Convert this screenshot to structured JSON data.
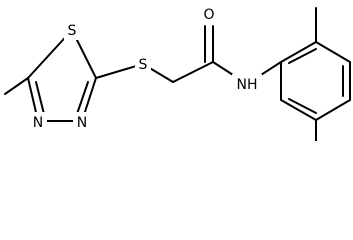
{
  "molecule": {
    "atoms": {
      "sulfur_ring": "S",
      "sulfur_thioether": "S",
      "nitrogen_ring_a": "N",
      "nitrogen_ring_b": "N",
      "oxygen": "O",
      "amide_nh": "NH"
    },
    "colors": {
      "bond": "#000000",
      "label": "#000000",
      "background": "#ffffff"
    }
  }
}
